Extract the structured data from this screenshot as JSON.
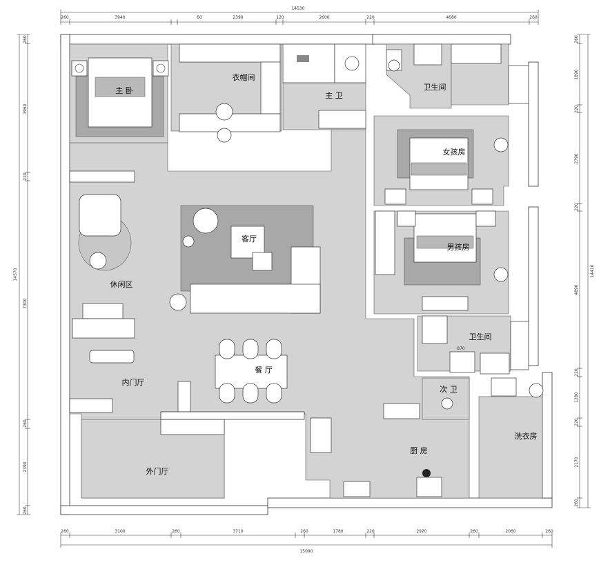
{
  "dimensions": {
    "top": [
      "14530",
      "260",
      "3940",
      "60",
      "2390",
      "120",
      "2600",
      "220",
      "4680",
      "260"
    ],
    "bottom": [
      "260",
      "3100",
      "260",
      "3710",
      "260",
      "1780",
      "220",
      "2920",
      "260",
      "2060",
      "260"
    ],
    "bottom_total": "15090",
    "left": [
      "260",
      "3960",
      "220",
      "7300",
      "260",
      "2390",
      "260"
    ],
    "left_total": "14570",
    "right": [
      "260",
      "1890",
      "220",
      "2790",
      "220",
      "4890",
      "220",
      "1280",
      "220",
      "2170",
      "260"
    ],
    "right_total": "14410",
    "inner": "870"
  },
  "rooms": {
    "master_bedroom": "主  卧",
    "walk_in_closet": "衣帽间",
    "master_bath": "主  卫",
    "bathroom_1": "卫生间",
    "girls_room": "女孩房",
    "boys_room": "男孩房",
    "living_room": "客厅",
    "lounge": "休闲区",
    "bathroom_2": "卫生间",
    "inner_foyer": "内门厅",
    "dining": "餐  厅",
    "second_bath": "次  卫",
    "laundry": "洗衣房",
    "kitchen": "厨  房",
    "outer_foyer": "外门厅"
  }
}
